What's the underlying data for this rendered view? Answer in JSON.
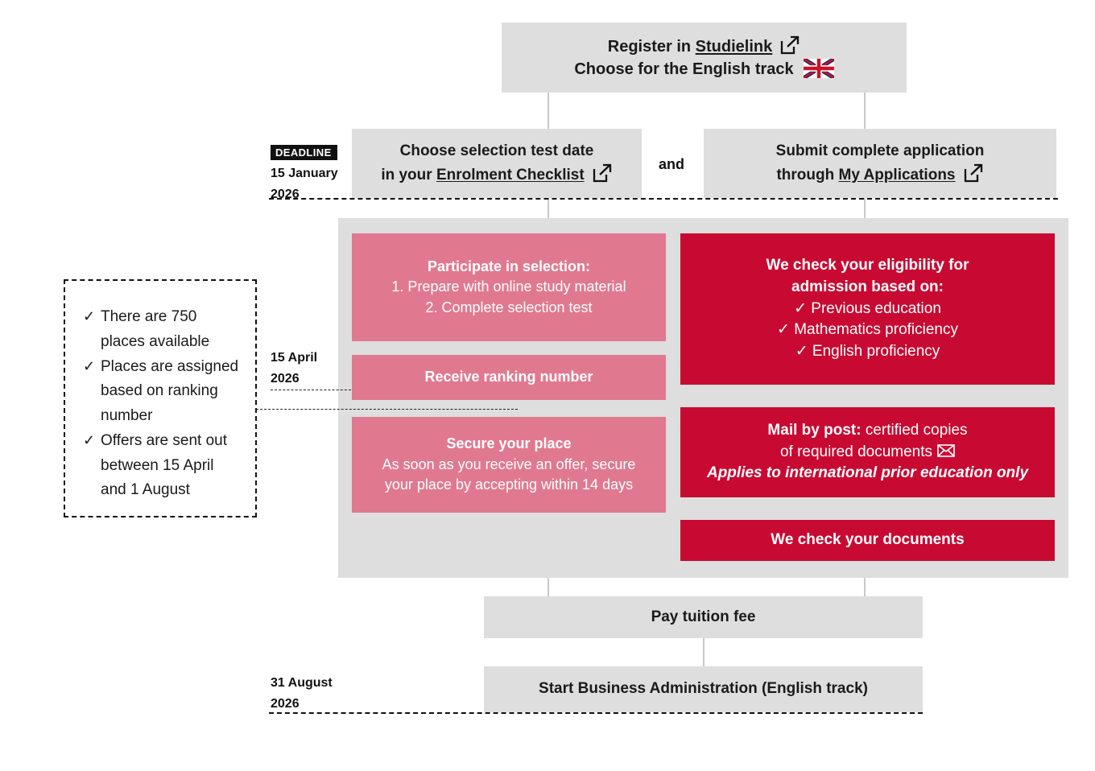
{
  "meta": {
    "colors": {
      "gray": "#dedede",
      "pink": "#e0798f",
      "red": "#c80a32",
      "ink": "#1a1a1a",
      "connector": "#c9c9c9"
    }
  },
  "register": {
    "line1_pre": "Register in ",
    "line1_link": "Studielink",
    "line2": "Choose for the English track",
    "ext_icon": "external-link-icon",
    "flag_icon": "uk-flag-icon"
  },
  "deadline_jan": {
    "badge": "DEADLINE",
    "date": "15 January",
    "year": "2026"
  },
  "selection_test": {
    "line1": "Choose selection test date",
    "line2_pre": "in your ",
    "line2_link": "Enrolment Checklist",
    "ext_icon": "external-link-icon"
  },
  "conjunction": "and",
  "submit_application": {
    "line1": "Submit complete application",
    "line2_pre": "through ",
    "line2_link": "My Applications",
    "ext_icon": "external-link-icon"
  },
  "info_box": {
    "items": [
      "There are 750 places available",
      "Places are assigned based on ranking number",
      "Offers are sent out between 15 April and 1 August"
    ],
    "check_glyph": "✓"
  },
  "deadline_april": {
    "date": "15 April",
    "year": "2026"
  },
  "participate": {
    "title": "Participate in selection:",
    "line1": "1. Prepare with online study material",
    "line2": "2. Complete selection test"
  },
  "ranking": {
    "title": "Receive ranking number"
  },
  "secure": {
    "title": "Secure your place",
    "line1": "As soon as you receive an offer, secure",
    "line2": "your place by accepting within 14 days"
  },
  "eligibility": {
    "title1": "We check your eligibility for",
    "title2": "admission based on:",
    "checks": [
      "Previous education",
      "Mathematics proficiency",
      "English proficiency"
    ],
    "check_glyph": "✓"
  },
  "mail_by_post": {
    "bold": "Mail by post:",
    "rest1": " certified copies",
    "line2": "of required documents",
    "mail_icon": "envelope-icon",
    "note": "Applies to international prior education only"
  },
  "check_documents": {
    "title": "We check your documents"
  },
  "tuition": {
    "title": "Pay tuition fee"
  },
  "deadline_august": {
    "date": "31 August",
    "year": "2026"
  },
  "start": {
    "title": "Start Business Administration (English track)"
  }
}
